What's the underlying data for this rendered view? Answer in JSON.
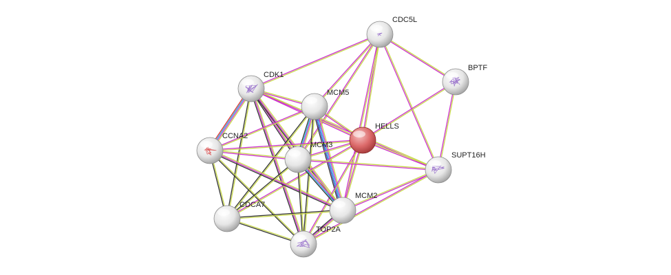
{
  "network": {
    "query_protein": "HELLS",
    "nodes": [
      {
        "id": "CDC5L",
        "label": "CDC5L",
        "color": "#ffffff",
        "structure": "small-glyph"
      },
      {
        "id": "BPTF",
        "label": "BPTF",
        "color": "#ffffff",
        "structure": "purple-structure"
      },
      {
        "id": "CDK1",
        "label": "CDK1",
        "color": "#ffffff",
        "structure": "purple-structure"
      },
      {
        "id": "MCM5",
        "label": "MCM5",
        "color": "#ffffff",
        "structure": "none"
      },
      {
        "id": "HELLS",
        "label": "HELLS",
        "color": "#e57373",
        "structure": "none"
      },
      {
        "id": "CCNA2",
        "label": "CCNA2",
        "color": "#ffffff",
        "structure": "red-structure"
      },
      {
        "id": "MCM3",
        "label": "MCM3",
        "color": "#ffffff",
        "structure": "none"
      },
      {
        "id": "SUPT16H",
        "label": "SUPT16H",
        "color": "#ffffff",
        "structure": "purple-structure"
      },
      {
        "id": "MCM2",
        "label": "MCM2",
        "color": "#ffffff",
        "structure": "none"
      },
      {
        "id": "CDCA7",
        "label": "CDCA7",
        "color": "#ffffff",
        "structure": "none"
      },
      {
        "id": "TOP2A",
        "label": "TOP2A",
        "color": "#ffffff",
        "structure": "purple-structure"
      }
    ],
    "evidence_colors": {
      "textmining": "#c8d94a",
      "experimental": "#cc33cc",
      "coexpression": "#333333",
      "database": "#22aadd",
      "homology": "#3344cc",
      "gene_fusion": "#dd3333",
      "neighborhood": "#33bb33"
    },
    "edges": [
      {
        "source": "CDC5L",
        "target": "BPTF",
        "evidence": [
          "textmining",
          "experimental"
        ]
      },
      {
        "source": "CDC5L",
        "target": "CDK1",
        "evidence": [
          "textmining",
          "experimental"
        ]
      },
      {
        "source": "CDC5L",
        "target": "MCM5",
        "evidence": [
          "textmining",
          "experimental"
        ]
      },
      {
        "source": "CDC5L",
        "target": "HELLS",
        "evidence": [
          "textmining",
          "experimental"
        ]
      },
      {
        "source": "CDC5L",
        "target": "MCM3",
        "evidence": [
          "textmining",
          "experimental"
        ]
      },
      {
        "source": "CDC5L",
        "target": "SUPT16H",
        "evidence": [
          "textmining",
          "experimental"
        ]
      },
      {
        "source": "CDC5L",
        "target": "MCM2",
        "evidence": [
          "textmining",
          "experimental"
        ]
      },
      {
        "source": "BPTF",
        "target": "HELLS",
        "evidence": [
          "textmining",
          "experimental"
        ]
      },
      {
        "source": "BPTF",
        "target": "SUPT16H",
        "evidence": [
          "textmining",
          "experimental"
        ]
      },
      {
        "source": "CDK1",
        "target": "MCM5",
        "evidence": [
          "textmining",
          "experimental"
        ]
      },
      {
        "source": "CDK1",
        "target": "HELLS",
        "evidence": [
          "textmining",
          "experimental"
        ]
      },
      {
        "source": "CDK1",
        "target": "CCNA2",
        "evidence": [
          "textmining",
          "experimental",
          "database",
          "gene_fusion"
        ]
      },
      {
        "source": "CDK1",
        "target": "MCM3",
        "evidence": [
          "textmining",
          "experimental",
          "coexpression"
        ]
      },
      {
        "source": "CDK1",
        "target": "MCM2",
        "evidence": [
          "textmining",
          "experimental",
          "coexpression"
        ]
      },
      {
        "source": "CDK1",
        "target": "CDCA7",
        "evidence": [
          "textmining",
          "coexpression"
        ]
      },
      {
        "source": "CDK1",
        "target": "TOP2A",
        "evidence": [
          "textmining",
          "experimental",
          "coexpression"
        ]
      },
      {
        "source": "CDK1",
        "target": "SUPT16H",
        "evidence": [
          "textmining",
          "experimental"
        ]
      },
      {
        "source": "MCM5",
        "target": "HELLS",
        "evidence": [
          "textmining",
          "experimental"
        ]
      },
      {
        "source": "MCM5",
        "target": "CCNA2",
        "evidence": [
          "textmining",
          "experimental"
        ]
      },
      {
        "source": "MCM5",
        "target": "MCM3",
        "evidence": [
          "textmining",
          "experimental",
          "database",
          "coexpression"
        ]
      },
      {
        "source": "MCM5",
        "target": "MCM2",
        "evidence": [
          "textmining",
          "experimental",
          "database",
          "homology",
          "coexpression"
        ]
      },
      {
        "source": "MCM5",
        "target": "CDCA7",
        "evidence": [
          "textmining",
          "coexpression"
        ]
      },
      {
        "source": "MCM5",
        "target": "TOP2A",
        "evidence": [
          "textmining",
          "coexpression"
        ]
      },
      {
        "source": "HELLS",
        "target": "CCNA2",
        "evidence": [
          "textmining",
          "experimental"
        ]
      },
      {
        "source": "HELLS",
        "target": "MCM3",
        "evidence": [
          "textmining",
          "experimental"
        ]
      },
      {
        "source": "HELLS",
        "target": "SUPT16H",
        "evidence": [
          "textmining",
          "experimental"
        ]
      },
      {
        "source": "HELLS",
        "target": "MCM2",
        "evidence": [
          "textmining",
          "experimental"
        ]
      },
      {
        "source": "HELLS",
        "target": "CDCA7",
        "evidence": [
          "textmining",
          "experimental"
        ]
      },
      {
        "source": "HELLS",
        "target": "TOP2A",
        "evidence": [
          "textmining",
          "experimental"
        ]
      },
      {
        "source": "CCNA2",
        "target": "MCM3",
        "evidence": [
          "textmining",
          "experimental"
        ]
      },
      {
        "source": "CCNA2",
        "target": "MCM2",
        "evidence": [
          "textmining",
          "experimental",
          "coexpression"
        ]
      },
      {
        "source": "CCNA2",
        "target": "CDCA7",
        "evidence": [
          "textmining",
          "coexpression"
        ]
      },
      {
        "source": "CCNA2",
        "target": "TOP2A",
        "evidence": [
          "textmining",
          "coexpression"
        ]
      },
      {
        "source": "MCM3",
        "target": "MCM2",
        "evidence": [
          "textmining",
          "experimental",
          "database",
          "coexpression"
        ]
      },
      {
        "source": "MCM3",
        "target": "SUPT16H",
        "evidence": [
          "textmining",
          "experimental"
        ]
      },
      {
        "source": "MCM3",
        "target": "CDCA7",
        "evidence": [
          "textmining",
          "coexpression"
        ]
      },
      {
        "source": "MCM3",
        "target": "TOP2A",
        "evidence": [
          "textmining",
          "coexpression"
        ]
      },
      {
        "source": "MCM2",
        "target": "SUPT16H",
        "evidence": [
          "textmining",
          "experimental"
        ]
      },
      {
        "source": "MCM2",
        "target": "CDCA7",
        "evidence": [
          "textmining",
          "coexpression"
        ]
      },
      {
        "source": "MCM2",
        "target": "TOP2A",
        "evidence": [
          "textmining",
          "experimental",
          "coexpression"
        ]
      },
      {
        "source": "SUPT16H",
        "target": "TOP2A",
        "evidence": [
          "textmining",
          "experimental"
        ]
      },
      {
        "source": "CDCA7",
        "target": "TOP2A",
        "evidence": [
          "textmining",
          "coexpression"
        ]
      }
    ]
  }
}
